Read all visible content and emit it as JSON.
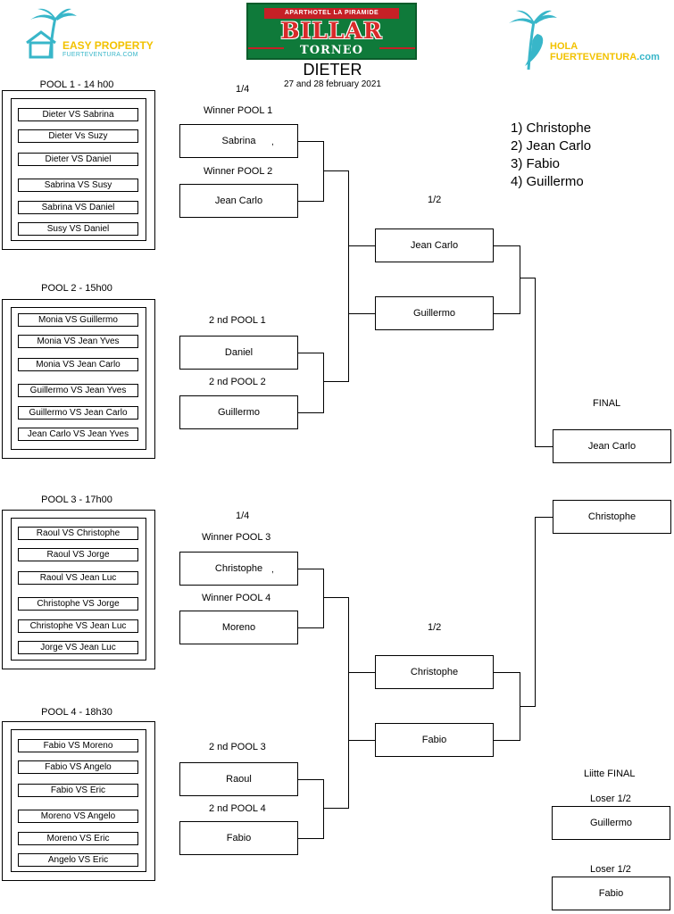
{
  "header": {
    "left_logo": {
      "line1": "EASY PROPERTY",
      "line2": "FUERTEVENTURA.COM"
    },
    "banner": {
      "top": "APARTHOTEL LA PIRAMIDE",
      "main": "BILLAR",
      "sub": "TORNEO"
    },
    "title": "DIETER",
    "dates": "27 and 28 february 2021",
    "right_logo": {
      "line1": "HOLA",
      "line2": "FUERTEVENTURA",
      "line2_suffix": ".com"
    }
  },
  "colors": {
    "logo_yellow": "#f2c200",
    "logo_teal": "#38b6c9",
    "banner_green": "#0f7a3a",
    "banner_red": "#c62026"
  },
  "ranking": [
    "1) Christophe",
    "2) Jean Carlo",
    "3) Fabio",
    "4) Guillermo"
  ],
  "pools": [
    {
      "title": "POOL 1 - 14 h00",
      "matches": [
        "Dieter VS Sabrina",
        "Dieter Vs Suzy",
        "Dieter VS Daniel",
        "Sabrina VS Susy",
        "Sabrina VS Daniel",
        "Susy VS Daniel"
      ]
    },
    {
      "title": "POOL 2 - 15h00",
      "matches": [
        "Monia VS Guillermo",
        "Monia VS Jean Yves",
        "Monia VS Jean Carlo",
        "Guillermo VS Jean Yves",
        "Guillermo VS Jean Carlo",
        "Jean Carlo VS Jean Yves"
      ]
    },
    {
      "title": "POOL 3 - 17h00",
      "matches": [
        "Raoul VS Christophe",
        "Raoul VS Jorge",
        "Raoul VS Jean Luc",
        "Christophe VS Jorge",
        "Christophe VS Jean Luc",
        "Jorge VS Jean Luc"
      ]
    },
    {
      "title": "POOL 4 - 18h30",
      "matches": [
        "Fabio VS Moreno",
        "Fabio VS Angelo",
        "Fabio VS Eric",
        "Moreno VS Angelo",
        "Moreno VS Eric",
        "Angelo VS Eric"
      ]
    }
  ],
  "bracket_top": {
    "round_label": "1/4",
    "slots": [
      {
        "label": "Winner POOL 1",
        "name": "Sabrina",
        "mark": ","
      },
      {
        "label": "Winner POOL  2",
        "name": "Jean Carlo",
        "mark": ""
      },
      {
        "label": "2 nd POOL 1",
        "name": "Daniel",
        "mark": ""
      },
      {
        "label": "2 nd POOL  2",
        "name": "Guillermo",
        "mark": ""
      }
    ],
    "semi_label": "1/2",
    "semi": [
      "Jean Carlo",
      "Guillermo"
    ]
  },
  "bracket_bottom": {
    "round_label": "1/4",
    "slots": [
      {
        "label": "Winner POOL 3",
        "name": "Christophe",
        "mark": ","
      },
      {
        "label": "Winner POOL  4",
        "name": "Moreno",
        "mark": ""
      },
      {
        "label": "2 nd POOL 3",
        "name": "Raoul",
        "mark": ""
      },
      {
        "label": "2 nd POOL  4",
        "name": "Fabio",
        "mark": ""
      }
    ],
    "semi_label": "1/2",
    "semi": [
      "Christophe",
      "Fabio"
    ]
  },
  "final": {
    "label": "FINAL",
    "players": [
      "Jean Carlo",
      "Christophe"
    ]
  },
  "little_final": {
    "label": "Liitte FINAL",
    "slots": [
      {
        "label": "Loser 1/2",
        "name": "Guillermo"
      },
      {
        "label": "Loser 1/2",
        "name": "Fabio"
      }
    ]
  }
}
